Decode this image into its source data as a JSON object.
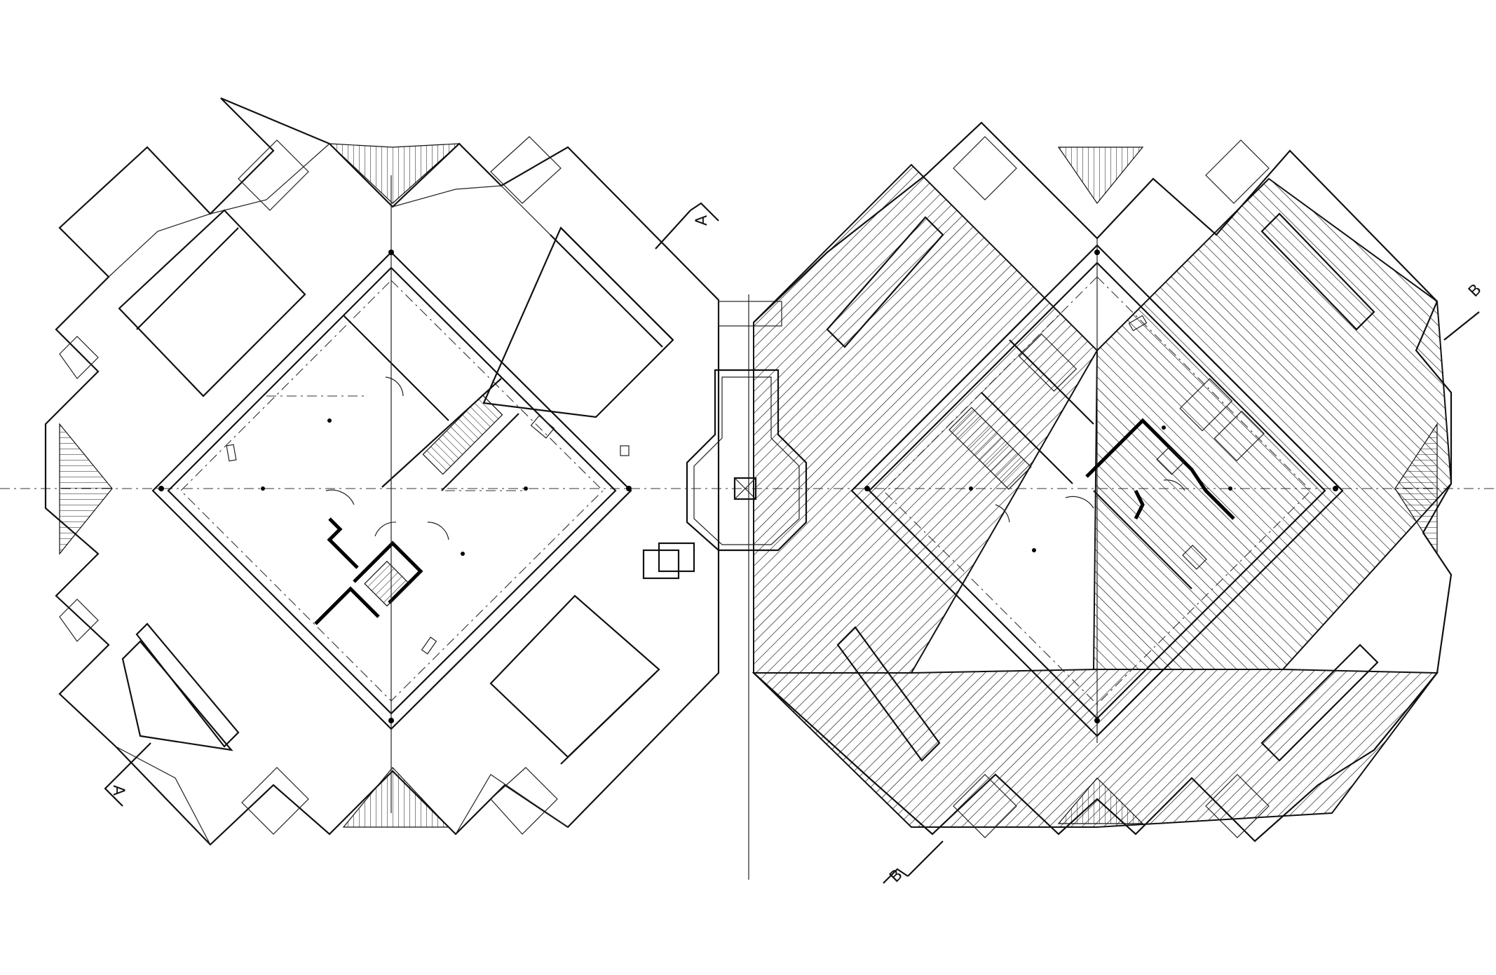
{
  "section_markers": [
    {
      "id": "A-top",
      "label": "A"
    },
    {
      "id": "A-bottom",
      "label": "A"
    },
    {
      "id": "B-top",
      "label": "B"
    },
    {
      "id": "B-bottom",
      "label": "B"
    }
  ],
  "colors": {
    "line": "#111111",
    "background": "#ffffff"
  }
}
